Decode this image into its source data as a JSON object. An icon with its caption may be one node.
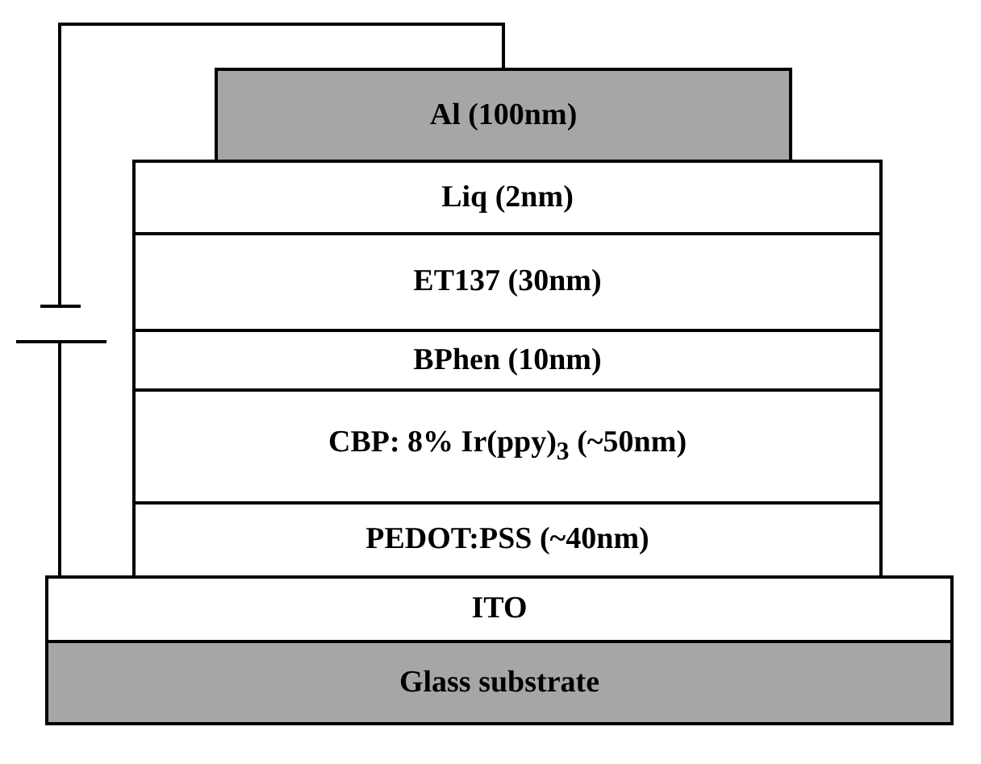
{
  "diagram": {
    "nodes": [
      {
        "text": [
          "Al (100nm)"
        ]
      },
      {
        "text": [
          "Liq (2nm)"
        ]
      },
      {
        "text": [
          "ET137 (30nm)"
        ]
      },
      {
        "text": [
          "BPhen (10nm)"
        ]
      },
      {
        "text": [
          "CBP: 8% Ir(ppy)$_{3}$ (~50nm)"
        ]
      },
      {
        "text": [
          "PEDOT:PSS (~40nm)"
        ]
      },
      {
        "text": [
          "ITO"
        ]
      },
      {
        "text": [
          "Glass substrate"
        ]
      }
    ],
    "edges": [
      {
        "from": 6,
        "to": 0,
        "arrow": "none"
      }
    ]
  }
}
